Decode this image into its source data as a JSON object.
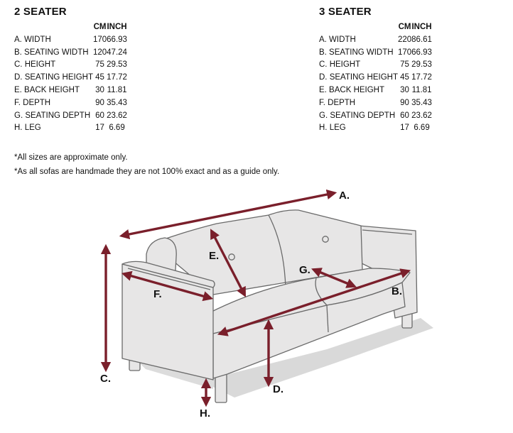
{
  "two_seater": {
    "title": "2 SEATER",
    "header_cm": "CM",
    "header_inch": "INCH",
    "rows": [
      {
        "label": "A. WIDTH",
        "cm": "170",
        "inch": "66.93"
      },
      {
        "label": "B. SEATING WIDTH",
        "cm": "120",
        "inch": "47.24"
      },
      {
        "label": "C. HEIGHT",
        "cm": "75",
        "inch": "29.53"
      },
      {
        "label": "D. SEATING HEIGHT",
        "cm": "45",
        "inch": "17.72"
      },
      {
        "label": "E. BACK HEIGHT",
        "cm": "30",
        "inch": "11.81"
      },
      {
        "label": "F. DEPTH",
        "cm": "90",
        "inch": "35.43"
      },
      {
        "label": "G. SEATING DEPTH",
        "cm": "60",
        "inch": "23.62"
      },
      {
        "label": "H. LEG",
        "cm": "17",
        "inch": "6.69"
      }
    ]
  },
  "three_seater": {
    "title": "3 SEATER",
    "header_cm": "CM",
    "header_inch": "INCH",
    "rows": [
      {
        "label": "A. WIDTH",
        "cm": "220",
        "inch": "86.61"
      },
      {
        "label": "B. SEATING WIDTH",
        "cm": "170",
        "inch": "66.93"
      },
      {
        "label": "C. HEIGHT",
        "cm": "75",
        "inch": "29.53"
      },
      {
        "label": "D. SEATING HEIGHT",
        "cm": "45",
        "inch": "17.72"
      },
      {
        "label": "E. BACK HEIGHT",
        "cm": "30",
        "inch": "11.81"
      },
      {
        "label": "F. DEPTH",
        "cm": "90",
        "inch": "35.43"
      },
      {
        "label": "G. SEATING DEPTH",
        "cm": "60",
        "inch": "23.62"
      },
      {
        "label": "H. LEG",
        "cm": "17",
        "inch": "6.69"
      }
    ]
  },
  "notes": {
    "approx": "*All sizes are approximate only.",
    "handmade": "*As all sofas are handmade they are not 100% exact and as a guide only."
  },
  "diagram": {
    "callouts": {
      "a": "A.",
      "b": "B.",
      "c": "C.",
      "d": "D.",
      "e": "E.",
      "f": "F.",
      "g": "G.",
      "h": "H."
    },
    "arrow_color": "#7a1f2b",
    "sofa_fill": "#e7e6e6",
    "sofa_stroke": "#6a6a6a",
    "shadow_color": "#d2d2d2"
  }
}
